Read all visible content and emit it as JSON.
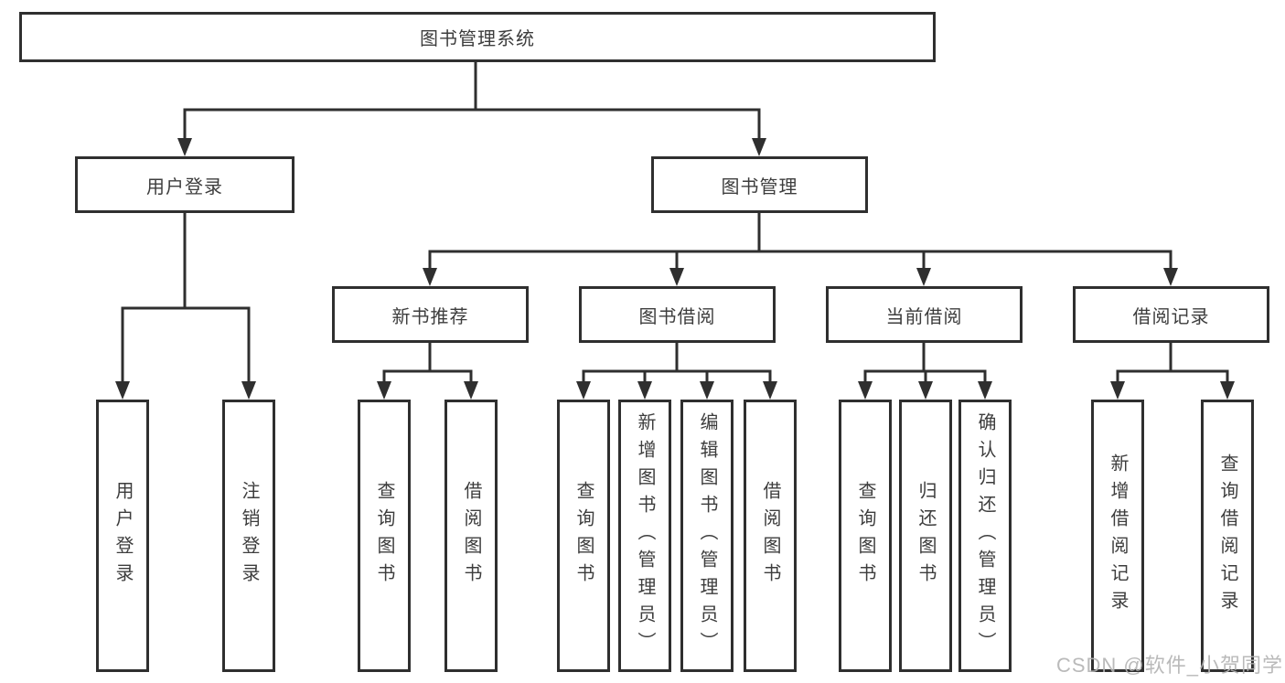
{
  "diagram_title": "图书管理系统",
  "tree": {
    "root": "图书管理系统",
    "children": [
      {
        "label": "用户登录",
        "children": [
          "用户登录",
          "注销登录"
        ]
      },
      {
        "label": "图书管理",
        "children": [
          {
            "label": "新书推荐",
            "children": [
              "查询图书",
              "借阅图书"
            ]
          },
          {
            "label": "图书借阅",
            "children": [
              "查询图书",
              "新增图书（管理员）",
              "编辑图书（管理员）",
              "借阅图书"
            ]
          },
          {
            "label": "当前借阅",
            "children": [
              "查询图书",
              "归还图书",
              "确认归还（管理员）"
            ]
          },
          {
            "label": "借阅记录",
            "children": [
              "新增借阅记录",
              "查询借阅记录"
            ]
          }
        ]
      }
    ]
  },
  "watermark": "CSDN @软件_小贺同学",
  "colors": {
    "line": "#2f2f2f",
    "text": "#3d3d3d",
    "watermark": "#b2b2b2",
    "background": "#ffffff"
  }
}
